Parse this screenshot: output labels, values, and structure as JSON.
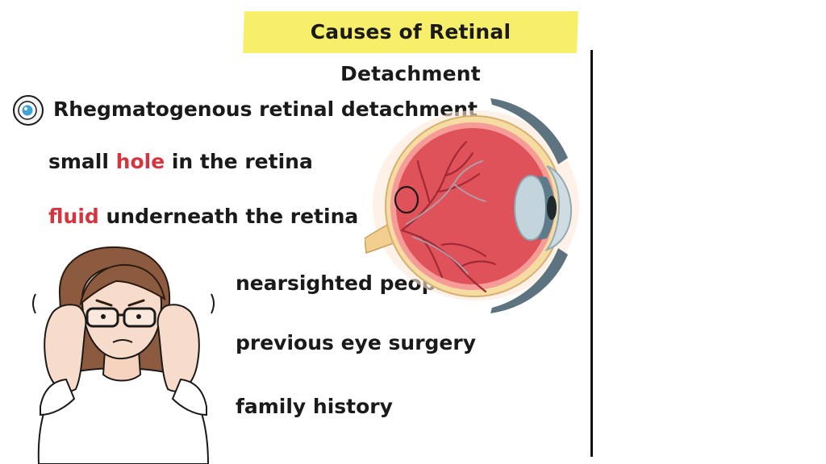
{
  "title": "Causes of Retinal Detachment",
  "heading": "Rhegmatogenous retinal detachment",
  "points": {
    "hole_pre": "small ",
    "hole_word": "hole",
    "hole_post": " in the retina",
    "fluid_word": "fluid",
    "fluid_post": " underneath the retina"
  },
  "risk_factors": [
    "nearsighted people",
    "previous eye surgery",
    "family history"
  ],
  "colors": {
    "title_highlight": "#f7ef6a",
    "keyword": "#d8343f",
    "eye_red": "#e0525a",
    "divider": "#111111"
  },
  "icons": [
    "eye-bullet-icon",
    "eyeball-cross-section-illustration",
    "woman-adjusting-glasses-illustration"
  ]
}
